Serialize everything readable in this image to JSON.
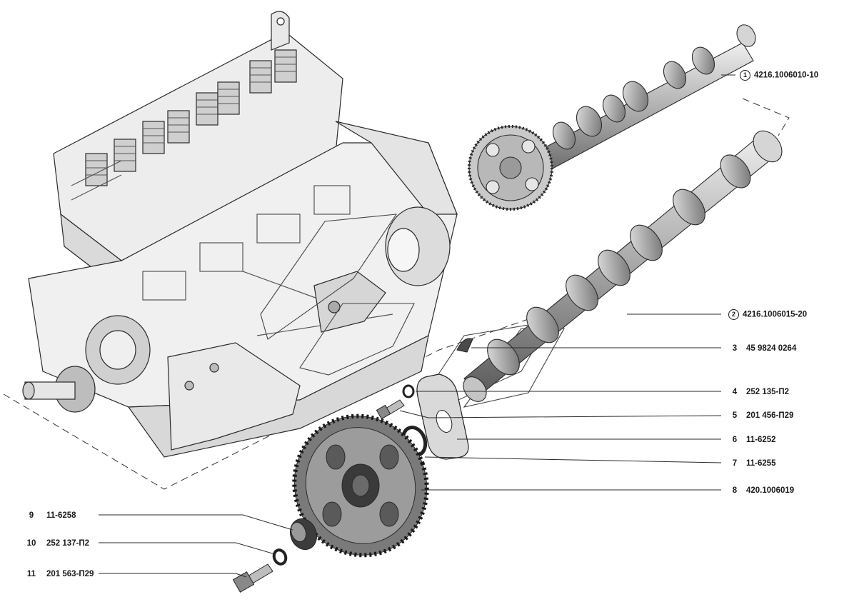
{
  "parts": [
    {
      "num": "1",
      "code": "4216.1006010-10",
      "circled": true
    },
    {
      "num": "2",
      "code": "4216.1006015-20",
      "circled": true
    },
    {
      "num": "3",
      "code": "45 9824 0264",
      "circled": false
    },
    {
      "num": "4",
      "code": "252 135-П2",
      "circled": false
    },
    {
      "num": "5",
      "code": "201 456-П29",
      "circled": false
    },
    {
      "num": "6",
      "code": "11-6252",
      "circled": false
    },
    {
      "num": "7",
      "code": "11-6255",
      "circled": false
    },
    {
      "num": "8",
      "code": "420.1006019",
      "circled": false
    },
    {
      "num": "9",
      "code": "11-6258",
      "circled": false
    },
    {
      "num": "10",
      "code": "252 137-П2",
      "circled": false
    },
    {
      "num": "11",
      "code": "201 563-П29",
      "circled": false
    }
  ],
  "colors": {
    "ink": "#1a1a1a",
    "shade": "#9a9a9a",
    "dark": "#3c3c3c",
    "light": "#d4d4d4"
  }
}
